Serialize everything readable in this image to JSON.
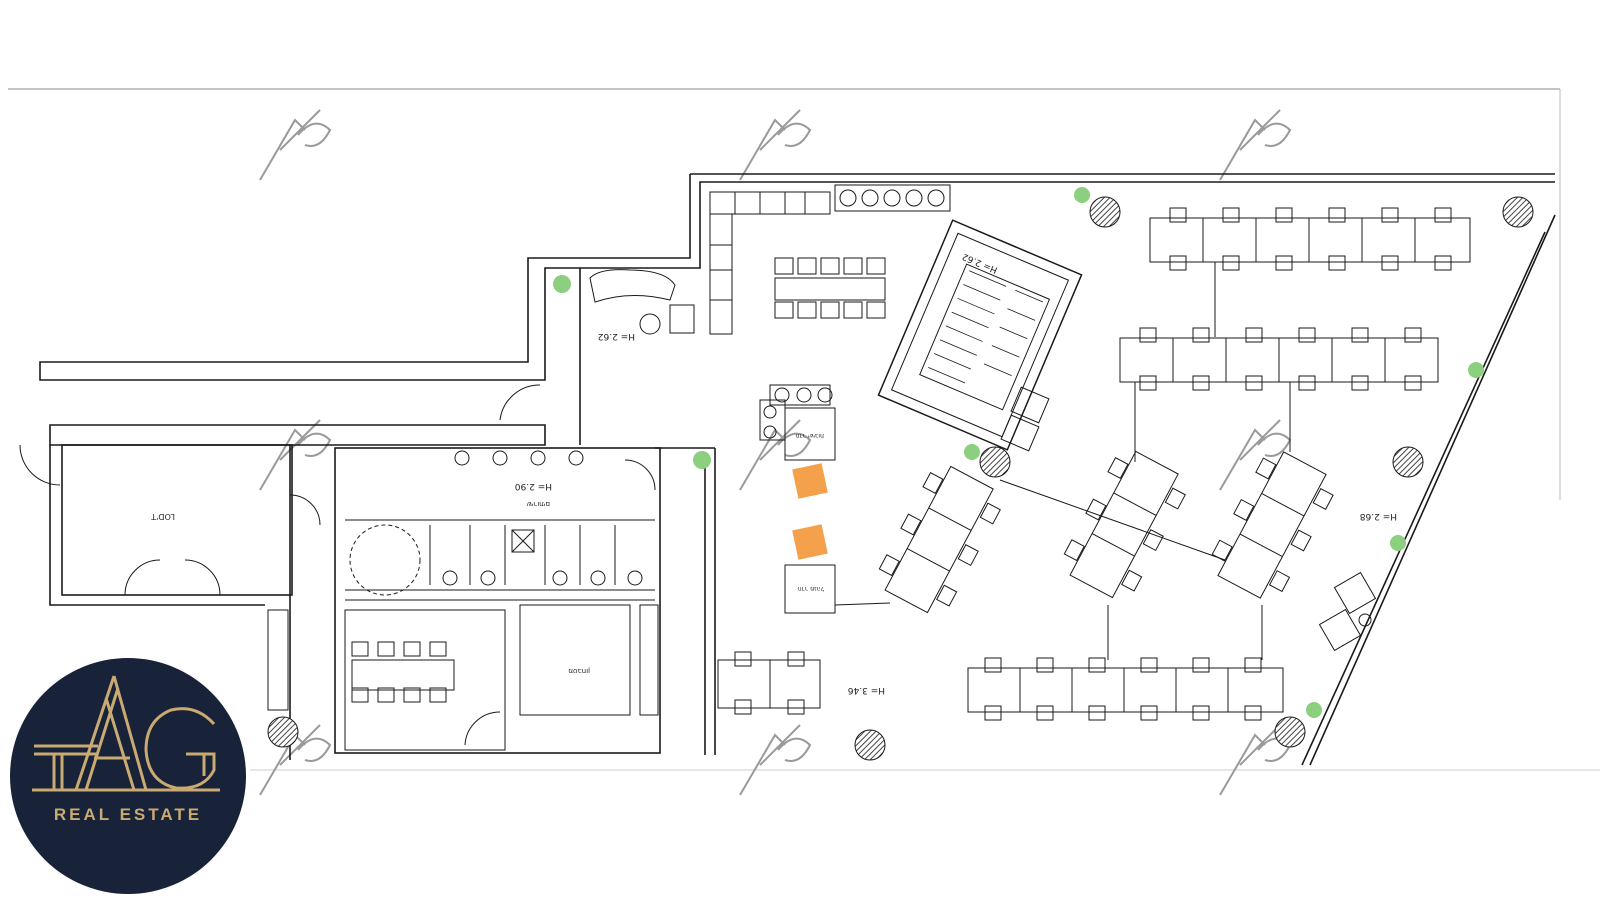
{
  "plan": {
    "height_labels": {
      "reception": "H= 2.62",
      "restrooms": "H= 2.90",
      "open_space_left": "H= 3.46",
      "open_space_right": "H= 2.68",
      "core": "H= 2.62"
    },
    "room_labels": {
      "storage": "LOD'T",
      "kitchen": "מטבחון",
      "restrooms": "שירותים",
      "meeting_room_a": "חדר ישיבות",
      "meeting_room_b": "חדר מנהל"
    },
    "colors": {
      "lines": "#1a1a1a",
      "highlight": "#f5a04a",
      "plant": "#8ccf7e",
      "column": "#555555"
    }
  },
  "brand": {
    "name": "TAG",
    "tagline": "REAL ESTATE",
    "bg_color": "#182238",
    "gold": "#c9aa72"
  }
}
